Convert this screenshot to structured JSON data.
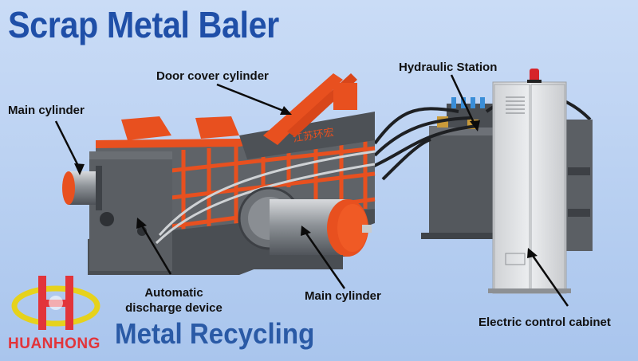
{
  "title": "Scrap Metal Baler",
  "labels": {
    "door_cover_cylinder": "Door cover cylinder",
    "main_cylinder_left": "Main cylinder",
    "hydraulic_station": "Hydraulic Station",
    "automatic_discharge_line1": "Automatic",
    "automatic_discharge_line2": "discharge device",
    "main_cylinder_front": "Main cylinder",
    "electric_control_cabinet": "Electric control cabinet"
  },
  "brand": {
    "name": "HUANHONG",
    "slogan": "Metal Recycling"
  },
  "machine_plate_text": "江苏环宏",
  "colors": {
    "title_blue": "#1f4fa8",
    "slogan_blue": "#2a5aa6",
    "brand_red": "#e2343a",
    "brand_yellow": "#e6d21c",
    "machine_orange": "#e8501f",
    "machine_gray": "#5a5e63",
    "cabinet_light": "#e4e5e7",
    "background_top": "#c5d9f5",
    "background_bottom": "#a8c4ec"
  }
}
